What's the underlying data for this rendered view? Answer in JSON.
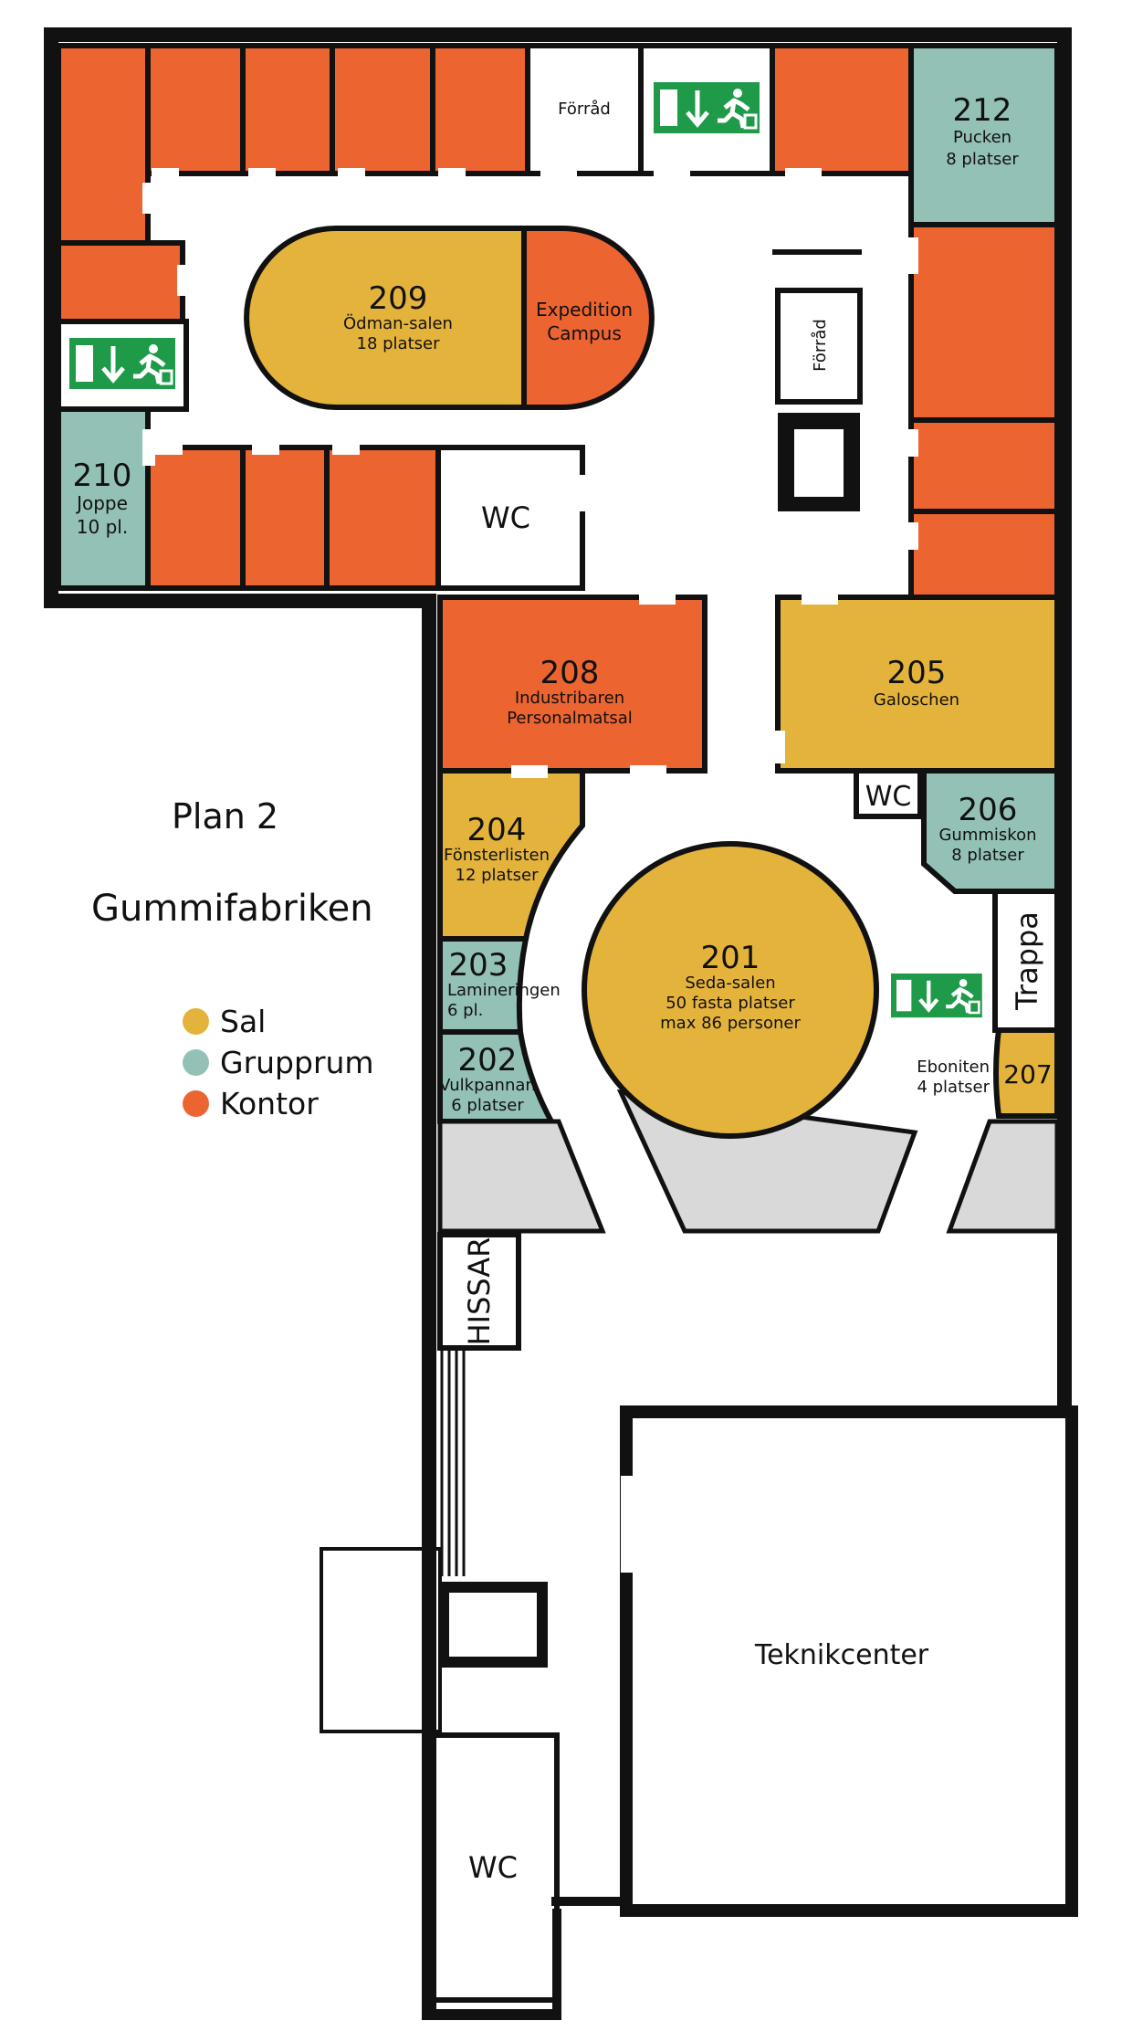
{
  "plan_title": "Plan 2",
  "building_name": "Gummifabriken",
  "colors": {
    "sal": "#e4b33b",
    "grupprum": "#94c1b6",
    "kontor": "#ec6430",
    "exit": "#1e9a48",
    "stairs_gray": "#d9d9d9",
    "wall": "#111111"
  },
  "legend": [
    {
      "label": "Sal",
      "color": "#e4b33b"
    },
    {
      "label": "Grupprum",
      "color": "#94c1b6"
    },
    {
      "label": "Kontor",
      "color": "#ec6430"
    }
  ],
  "rooms": {
    "r209": {
      "number": "209",
      "name": "Ödman-salen",
      "seats": "18 platser"
    },
    "expedition": {
      "line1": "Expedition",
      "line2": "Campus"
    },
    "r212": {
      "number": "212",
      "name": "Pucken",
      "seats": "8 platser"
    },
    "r210": {
      "number": "210",
      "name": "Joppe",
      "seats": "10 pl."
    },
    "r208": {
      "number": "208",
      "name": "Industribaren",
      "sub": "Personalmatsal"
    },
    "r205": {
      "number": "205",
      "name": "Galoschen"
    },
    "r204": {
      "number": "204",
      "name": "Fönsterlisten",
      "seats": "12 platser"
    },
    "r203": {
      "number": "203",
      "name": "Lamineringen",
      "seats": "6 pl."
    },
    "r202": {
      "number": "202",
      "name": "Vulkpannan",
      "seats": "6 platser"
    },
    "r201": {
      "number": "201",
      "name": "Seda-salen",
      "seats": "50 fasta platser",
      "max": "max 86 personer"
    },
    "r206": {
      "number": "206",
      "name": "Gummiskon",
      "seats": "8 platser"
    },
    "r207": {
      "number": "207",
      "name": "Eboniten",
      "seats": "4 platser"
    }
  },
  "labels": {
    "forrad_top": "Förråd",
    "forrad_side": "Förråd",
    "wc_upper": "WC",
    "wc_small": "WC",
    "wc_lower": "WC",
    "trappa": "Trappa",
    "hissar": "HISSAR",
    "teknikcenter": "Teknikcenter"
  },
  "icons": [
    "emergency-exit-sign"
  ]
}
